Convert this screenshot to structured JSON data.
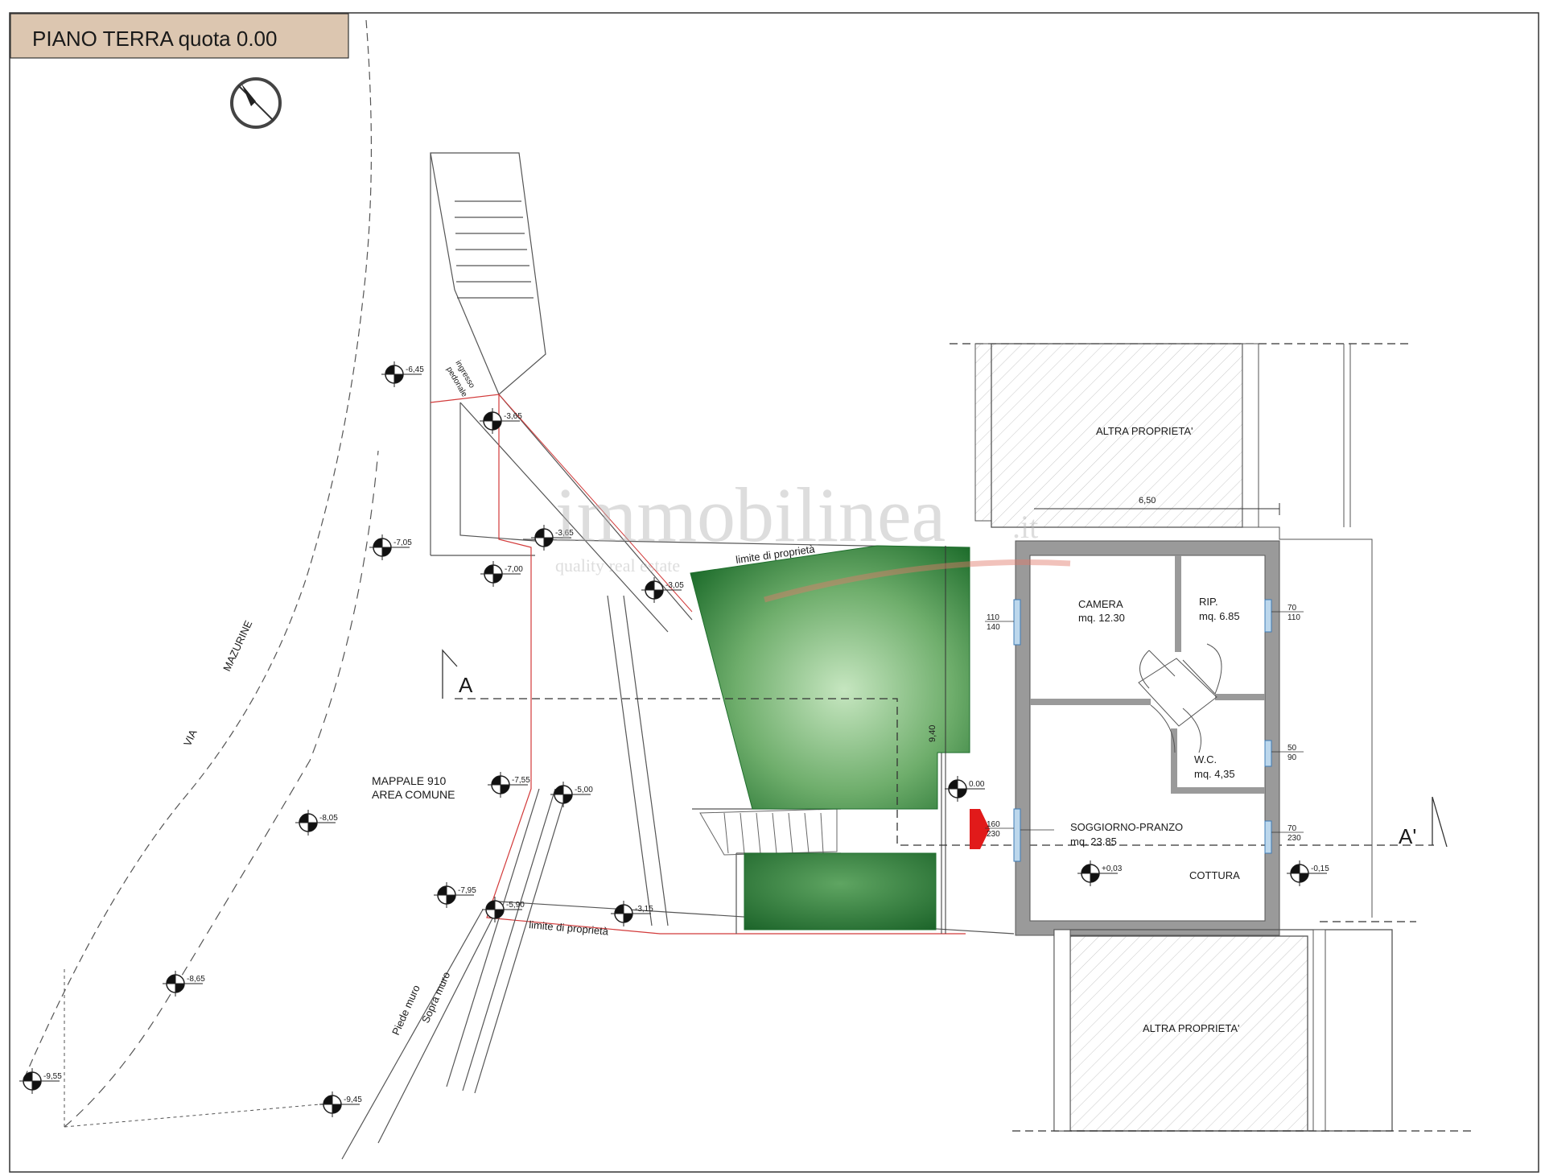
{
  "title": "PIANO TERRA quota 0.00",
  "street": {
    "via": "VIA",
    "name": "MAZURINE"
  },
  "common_area": {
    "line1": "MAPPALE 910",
    "line2": "AREA COMUNE"
  },
  "ingresso": {
    "line1": "ingresso",
    "line2": "pedonale"
  },
  "limite_top": "limite di proprietà",
  "limite_bottom": "limite di proprietà",
  "piede_muro": "Piede muro",
  "sopra_muro": "Sopra muro",
  "section_a": "A",
  "section_a_prime": "A'",
  "altra_top": "ALTRA PROPRIETA'",
  "altra_bottom": "ALTRA PROPRIETA'",
  "dim_650": "6,50",
  "dim_940": "9,40",
  "rooms": {
    "camera": {
      "name": "CAMERA",
      "area": "mq. 12.30"
    },
    "rip": {
      "name": "RIP.",
      "area": "mq. 6.85"
    },
    "wc": {
      "name": "W.C.",
      "area": "mq. 4,35"
    },
    "soggiorno": {
      "name": "SOGGIORNO-PRANZO",
      "area": "mq. 23.85"
    },
    "cottura": {
      "name": "COTTURA"
    }
  },
  "windows": {
    "w1": {
      "top": "110",
      "bottom": "140"
    },
    "w2": {
      "top": "160",
      "bottom": "230"
    },
    "w3": {
      "top": "70",
      "bottom": "110"
    },
    "w4": {
      "top": "50",
      "bottom": "90"
    },
    "w5": {
      "top": "70",
      "bottom": "230"
    }
  },
  "levels": {
    "l1": "-6,45",
    "l2": "-3,65",
    "l3": "-3,65",
    "l4": "-7,05",
    "l5": "-7,00",
    "l6": "-3,05",
    "l7": "0.00",
    "l8": "-7,55",
    "l9": "-5,00",
    "l10": "-8,05",
    "l11": "-7,95",
    "l12": "-5,90",
    "l13": "-3,15",
    "l14": "-8,65",
    "l15": "-9,55",
    "l16": "-9,45",
    "l17": "+0,03",
    "l18": "-0,15"
  },
  "watermark": {
    "brand": "immobilinea",
    "tld": ".it",
    "tagline": "quality real estate"
  },
  "colors": {
    "title_bg": "#dcc6b0",
    "garden_center": "#c6e6c0",
    "garden_edge": "#1e6d2c",
    "wall": "#9a9a9a",
    "property_line": "#d23a3a",
    "arrow": "#e11a1a",
    "watermark": "#b5b5b5"
  }
}
